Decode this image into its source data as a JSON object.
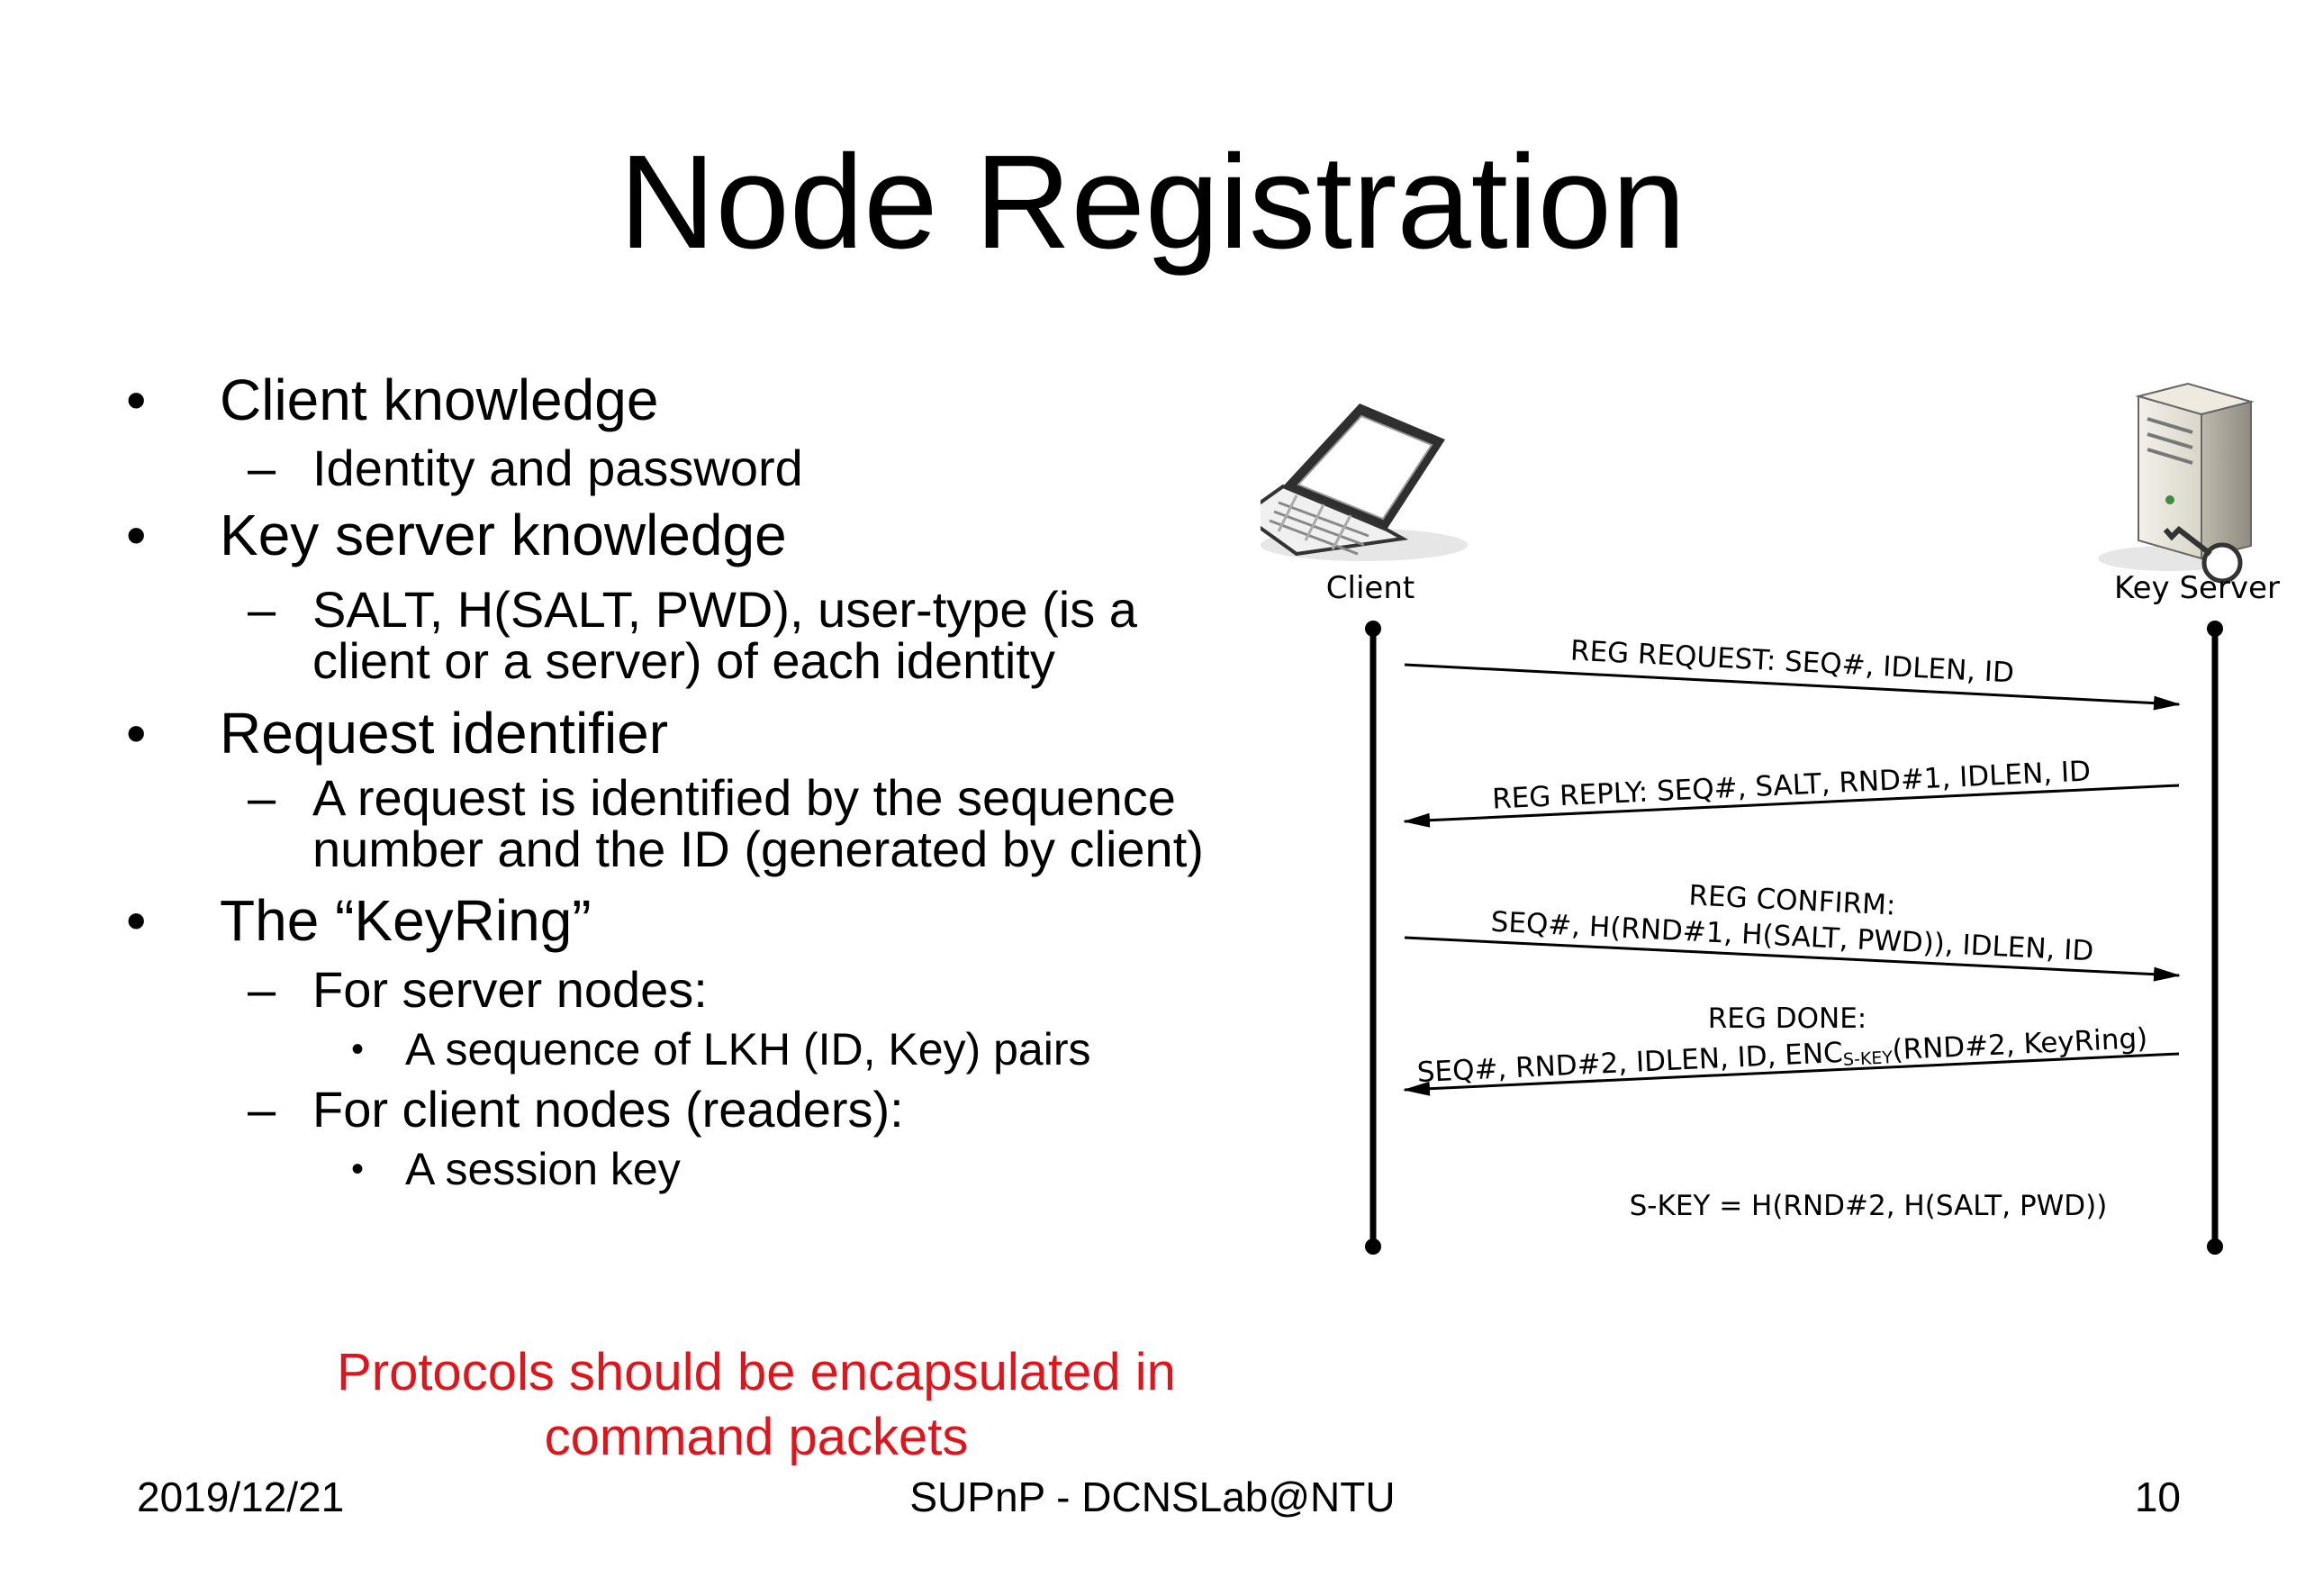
{
  "slide": {
    "title": "Node Registration",
    "bullets": [
      {
        "level": 1,
        "text": "Client knowledge"
      },
      {
        "level": 2,
        "text": "Identity and password"
      },
      {
        "level": 1,
        "text": "Key server knowledge"
      },
      {
        "level": 2,
        "text": "SALT, H(SALT, PWD), user-type (is a"
      },
      {
        "level": 2,
        "text": "client or a server) of each identity"
      },
      {
        "level": 1,
        "text": "Request identifier"
      },
      {
        "level": 2,
        "text": "A request is identified by the sequence"
      },
      {
        "level": 2,
        "text": "number and the ID (generated by client)"
      },
      {
        "level": 1,
        "text": "The “KeyRing”"
      },
      {
        "level": 2,
        "text": "For server nodes:"
      },
      {
        "level": 3,
        "text": "A sequence of LKH (ID, Key) pairs"
      },
      {
        "level": 2,
        "text": "For client nodes (readers):"
      },
      {
        "level": 3,
        "text": "A session key"
      }
    ],
    "markers": {
      "l1": "•",
      "l2": "–",
      "l3": "•"
    },
    "note": {
      "line1": "Protocols should be encapsulated in",
      "line2": "command packets",
      "color": "#e0151c"
    },
    "footer": {
      "date": "2019/12/21",
      "center": "SUPnP - DCNSLab@NTU",
      "page": "10"
    }
  },
  "diagram": {
    "client_label": "Client",
    "server_label": "Key Server",
    "messages": {
      "reg_request": "REG REQUEST: SEQ#, IDLEN, ID",
      "reg_reply": "REG REPLY: SEQ#, SALT, RND#1, IDLEN, ID",
      "reg_confirm_title": "REG CONFIRM:",
      "reg_confirm_body": "SEQ#, H(RND#1, H(SALT, PWD)), IDLEN, ID",
      "reg_done_title": "REG DONE:",
      "reg_done_body_pre": "SEQ#, RND#2,  IDLEN, ID, ENC",
      "reg_done_sub": "S-KEY",
      "reg_done_body_post": "(RND#2, KeyRing)"
    },
    "formula": "S-KEY = H(RND#2, H(SALT, PWD))",
    "icons": {
      "client": "laptop-icon",
      "server": "server-key-icon"
    }
  }
}
